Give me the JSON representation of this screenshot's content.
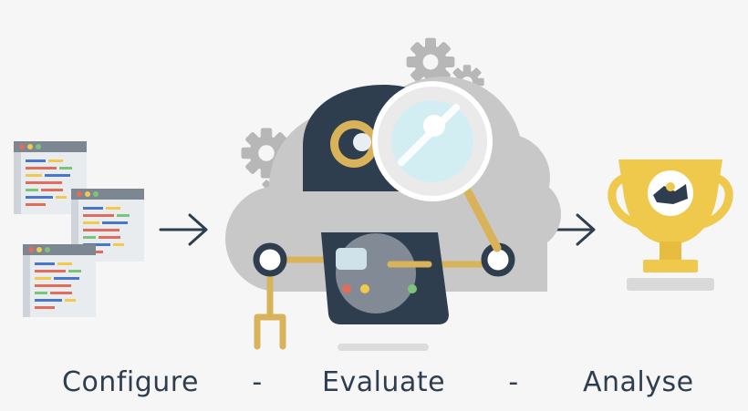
{
  "steps": [
    {
      "label": "Configure"
    },
    {
      "label": "Evaluate"
    },
    {
      "label": "Analyse"
    }
  ],
  "separator": "-",
  "icons": {
    "configure": "code-windows-icon",
    "evaluate": "robot-inspector-icon",
    "analyse": "trophy-icon",
    "arrow": "arrow-right-icon"
  },
  "colors": {
    "text": "#2f3e4e",
    "robot_dark": "#2f3e4e",
    "gold": "#d8b35a",
    "trophy": "#efc94c",
    "cloud": "#c6c6c6",
    "gear": "#b4b4b4",
    "lens": "#d3eef2"
  }
}
